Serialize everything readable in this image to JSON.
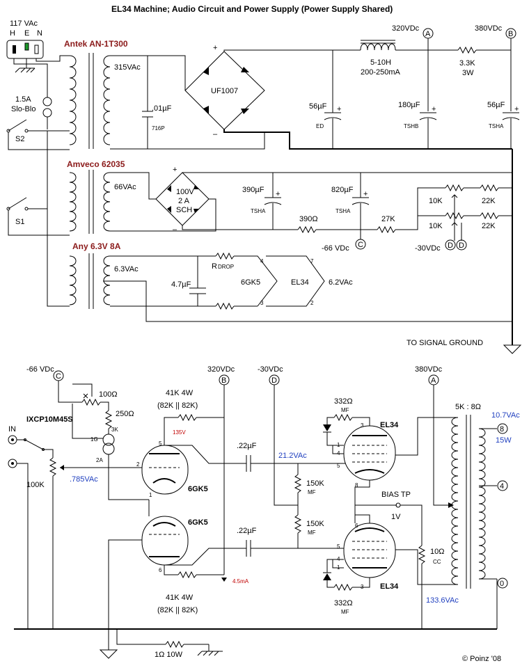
{
  "title": "EL34 Machine; Audio Circuit and Power Supply  (Power Supply Shared)",
  "copyright": "© Poinz '08",
  "mains": {
    "voltage": "117 VAc",
    "pin_h": "H",
    "pin_e": "E",
    "pin_n": "N",
    "fuse_label_1": "1.5A",
    "fuse_label_2": "Slo-Blo",
    "switch_s2": "S2",
    "switch_s1": "S1"
  },
  "transformers": {
    "t1": {
      "name": "Antek AN-1T300",
      "secondary": "315VAc"
    },
    "t2": {
      "name": "Amveco 62035",
      "secondary": "66VAc"
    },
    "t3": {
      "name": "Any 6.3V 8A",
      "secondary": "6.3VAc"
    }
  },
  "power_supply": {
    "cap_snubber": ".01µF",
    "cap_snubber_type": "716P",
    "bridge_hv": "UF1007",
    "plus": "+",
    "minus": "–",
    "choke_1": "5-10H",
    "choke_2": "200-250mA",
    "v_320": "320VDc",
    "v_380": "380VDc",
    "node_a": "A",
    "node_b": "B",
    "node_c": "C",
    "node_d": "D",
    "r_drop_hv_1": "3.3K",
    "r_drop_hv_2": "3W",
    "cap_ed": "56µF",
    "cap_ed_type": "ED",
    "cap_tshb": "180µF",
    "cap_tshb_type": "TSHB",
    "cap_tsha_hv": "56µF",
    "cap_tsha_hv_type": "TSHA",
    "bridge_bias_1": "100V",
    "bridge_bias_2": "2 A",
    "bridge_bias_3": "SCH",
    "cap_390": "390µF",
    "cap_390_type": "TSHA",
    "cap_820": "820µF",
    "cap_820_type": "TSHA",
    "r_390": "390Ω",
    "r_27k": "27K",
    "pot_10k_1": "10K",
    "pot_10k_2": "10K",
    "r_22k_1": "22K",
    "r_22k_2": "22K",
    "v_neg66": "-66 VDc",
    "v_neg30": "-30VDc",
    "r_drop_heater_1": "R",
    "r_drop_heater_2": "DROP",
    "cap_heater": "4.7µF",
    "tube_6gk5": "6GK5",
    "tube_el34": "EL34",
    "heater_v": "6.2VAc",
    "pin_4": "4",
    "pin_3": "3",
    "pin_7": "7",
    "pin_2": "2",
    "signal_ground": "TO SIGNAL GROUND"
  },
  "audio": {
    "v_neg66": "-66 VDc",
    "v_320": "320VDc",
    "v_neg30": "-30VDc",
    "v_380": "380VDc",
    "node_c": "C",
    "node_b": "B",
    "node_d": "D",
    "node_a": "A",
    "r_100": "100Ω",
    "r_250": "250Ω",
    "r_3k": "3K",
    "ccs": "IXCP10M45S",
    "ccs_1g": "1G",
    "ccs_2a": "2A",
    "input": "IN",
    "vol_pot": "100K",
    "vol_v": ".785VAc",
    "r_plate_1": "41K  4W",
    "r_plate_1b": "(82K || 82K)",
    "r_plate_2": "41K  4W",
    "r_plate_2b": "(82K || 82K)",
    "v_135": "135V",
    "i_45": "4.5mA",
    "cap_c1": ".22µF",
    "cap_c2": ".22µF",
    "v_212": "21.2VAc",
    "r_grid_1": "150K",
    "r_grid_1_type": "MF",
    "r_grid_2": "150K",
    "r_grid_2_type": "MF",
    "tube_a": "6GK5",
    "tube_b": "6GK5",
    "tube_c": "EL34",
    "tube_d": "EL34",
    "r_332_1": "332Ω",
    "r_332_1_type": "MF",
    "r_332_2": "332Ω",
    "r_332_2_type": "MF",
    "bias_tp": "BIAS TP",
    "bias_v": "1V",
    "r_10": "10Ω",
    "r_10_type": "CC",
    "ot_ratio": "5K : 8Ω",
    "ot_v": "10.7VAc",
    "ot_w": "15W",
    "tap_8": "8",
    "tap_4": "4",
    "tap_0": "0",
    "ot_primary_v": "133.6VAc",
    "r_1": "1Ω  10W",
    "pin1": "1",
    "pin2": "2",
    "pin3": "3",
    "pin4": "4",
    "pin5": "5",
    "pin6": "6",
    "pin8": "8"
  }
}
